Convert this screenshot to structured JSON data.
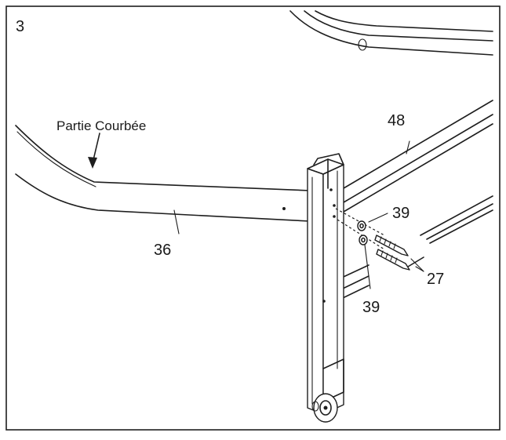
{
  "step_number": "3",
  "callouts": {
    "curved_part": "Partie Courbée",
    "part_48": "48",
    "part_36": "36",
    "part_39_top": "39",
    "part_39_bottom": "39",
    "part_27": "27"
  },
  "colors": {
    "line": "#1e1e1e",
    "background": "#ffffff"
  }
}
